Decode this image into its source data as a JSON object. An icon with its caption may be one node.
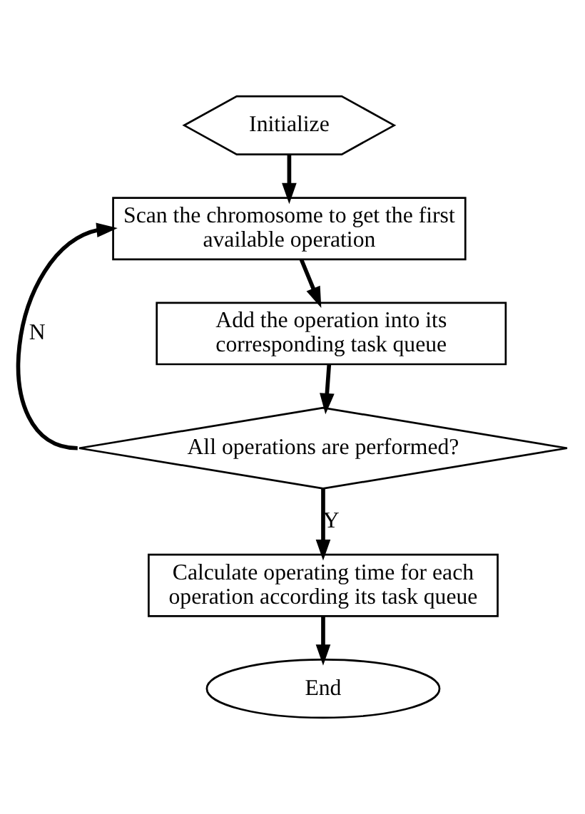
{
  "diagram": {
    "nodes": [
      {
        "text": [
          "Initialize"
        ]
      },
      {
        "text": [
          "Scan the chromosome to get the first available operation"
        ]
      },
      {
        "text": [
          "Add the operation into its corresponding task queue"
        ]
      },
      {
        "text": [
          "All operations are performed?"
        ]
      },
      {
        "text": [
          "Calculate operating time for each operation according its task queue"
        ]
      },
      {
        "text": [
          "End"
        ]
      }
    ],
    "edges": [
      {
        "from": 0,
        "to": 1,
        "arrow": "to"
      },
      {
        "from": 1,
        "to": 2,
        "arrow": "to"
      },
      {
        "from": 2,
        "to": 3,
        "arrow": "to"
      },
      {
        "from": 3,
        "to": 1,
        "arrow": "to",
        "label": "N"
      },
      {
        "from": 3,
        "to": 4,
        "arrow": "to",
        "label": "Y"
      },
      {
        "from": 4,
        "to": 5,
        "arrow": "to"
      }
    ]
  }
}
